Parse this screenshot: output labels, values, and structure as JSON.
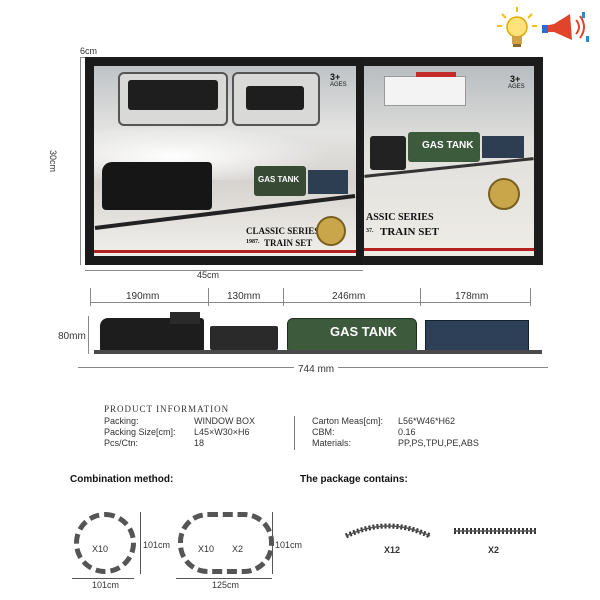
{
  "box": {
    "depth_label": "6cm",
    "height_label": "30cm",
    "width_label": "45cm",
    "front_badge": "3+",
    "front_badge_sub": "AGES",
    "front_classic_line1": "CLASSIC SERIES",
    "front_classic_line2": "TRAIN SET",
    "front_year": "1987.",
    "back_badge": "3+",
    "back_badge_sub": "AGES",
    "back_classic_line1": "ASSIC SERIES",
    "back_classic_line2": "TRAIN SET",
    "back_year": "37.",
    "gas_tank_label": "GAS TANK"
  },
  "dimensions": {
    "car1": "190mm",
    "car2": "130mm",
    "car3": "246mm",
    "car4": "178mm",
    "height": "80mm",
    "total": "744 mm",
    "tank_label": "GAS TANK"
  },
  "product_info": {
    "title": "PRODUCT INFORMATION",
    "left": [
      {
        "label": "Packing:",
        "value": "WINDOW BOX"
      },
      {
        "label": "Packing Size[cm]:",
        "value": "L45×W30×H6"
      },
      {
        "label": "Pcs/Ctn:",
        "value": "18"
      }
    ],
    "right": [
      {
        "label": "Carton Meas[cm]:",
        "value": "L56*W46*H62"
      },
      {
        "label": "CBM:",
        "value": "0.16"
      },
      {
        "label": "Materials:",
        "value": "PP,PS,TPU,PE,ABS"
      }
    ]
  },
  "combination": {
    "title": "Combination method:",
    "layout1": {
      "pieces": "X10",
      "height": "101cm",
      "width": "101cm"
    },
    "layout2": {
      "pieces_a": "X10",
      "pieces_b": "X2",
      "height": "101cm",
      "width": "125cm"
    }
  },
  "package": {
    "title": "The package contains:",
    "curved": "X12",
    "straight": "X2"
  },
  "icons": [
    "light-bulb-icon",
    "speaker-horn-icon"
  ]
}
